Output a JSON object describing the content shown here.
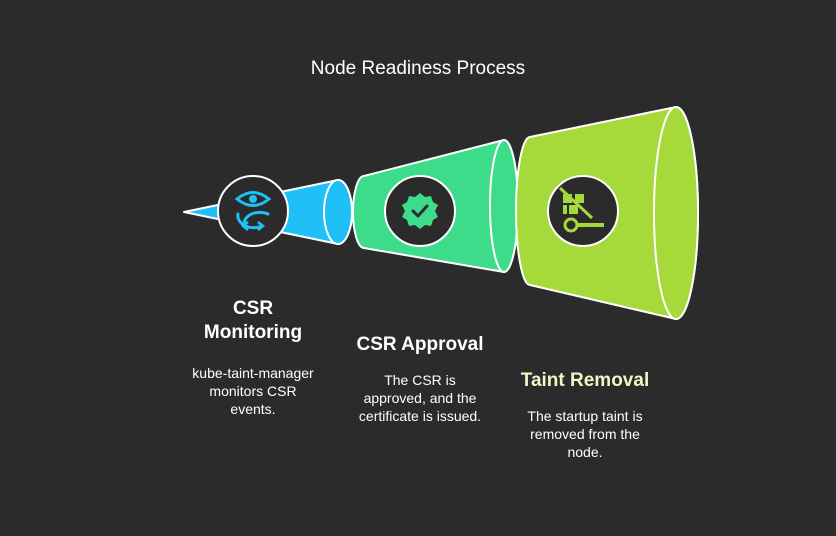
{
  "title": "Node Readiness Process",
  "colors": {
    "background": "#2b2b2b",
    "stage1": "#1ec0f7",
    "stage2": "#3ddc8a",
    "stage3": "#a6da3a",
    "icon_circle": "#2b2b2b"
  },
  "stages": [
    {
      "heading": "CSR Monitoring",
      "heading_line1": "CSR",
      "heading_line2": "Monitoring",
      "description": "kube-taint-manager monitors CSR events.",
      "desc_line1": "kube-taint-manager",
      "desc_line2": "monitors CSR",
      "desc_line3": "events.",
      "icon": "eye-refresh-icon",
      "heading_color": "#ffffff"
    },
    {
      "heading": "CSR Approval",
      "description": "The CSR is approved, and the certificate is issued.",
      "desc_line1": "The CSR is",
      "desc_line2": "approved, and the",
      "desc_line3": "certificate is issued.",
      "icon": "verified-badge-icon",
      "heading_color": "#ffffff"
    },
    {
      "heading": "Taint Removal",
      "description": "The startup taint is removed from the node.",
      "desc_line1": "The startup taint is",
      "desc_line2": "removed from the",
      "desc_line3": "node.",
      "icon": "no-taint-key-icon",
      "heading_color": "#f4f5c4"
    }
  ]
}
